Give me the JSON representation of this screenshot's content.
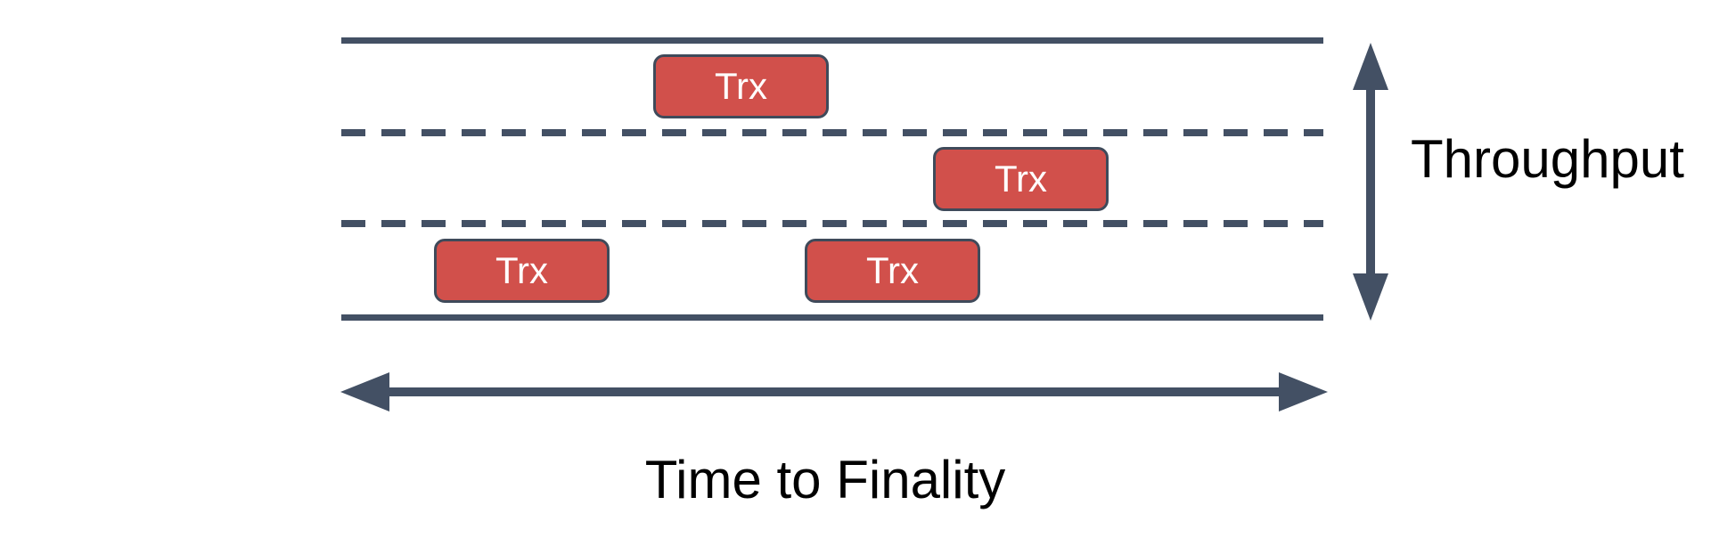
{
  "diagram": {
    "subject": "blockchain-lanes-throughput-vs-time-to-finality",
    "lane_count": 3,
    "trx_boxes": [
      {
        "label": "Trx",
        "lane": "top"
      },
      {
        "label": "Trx",
        "lane": "middle"
      },
      {
        "label": "Trx",
        "lane": "bottom-left"
      },
      {
        "label": "Trx",
        "lane": "bottom-middle"
      }
    ],
    "axis_labels": {
      "throughput": "Throughput",
      "time_to_finality": "Time to Finality"
    },
    "icons": {
      "vertical_axis": "double-headed-vertical-arrow",
      "horizontal_axis": "double-headed-horizontal-arrow"
    },
    "colors": {
      "lane_stroke": "#435064",
      "arrow_stroke": "#435064",
      "trx_fill": "#D1504B",
      "trx_border": "#3F4A5A",
      "trx_text": "#FFFFFF",
      "label_text": "#000000",
      "background": "#FFFFFF"
    }
  }
}
